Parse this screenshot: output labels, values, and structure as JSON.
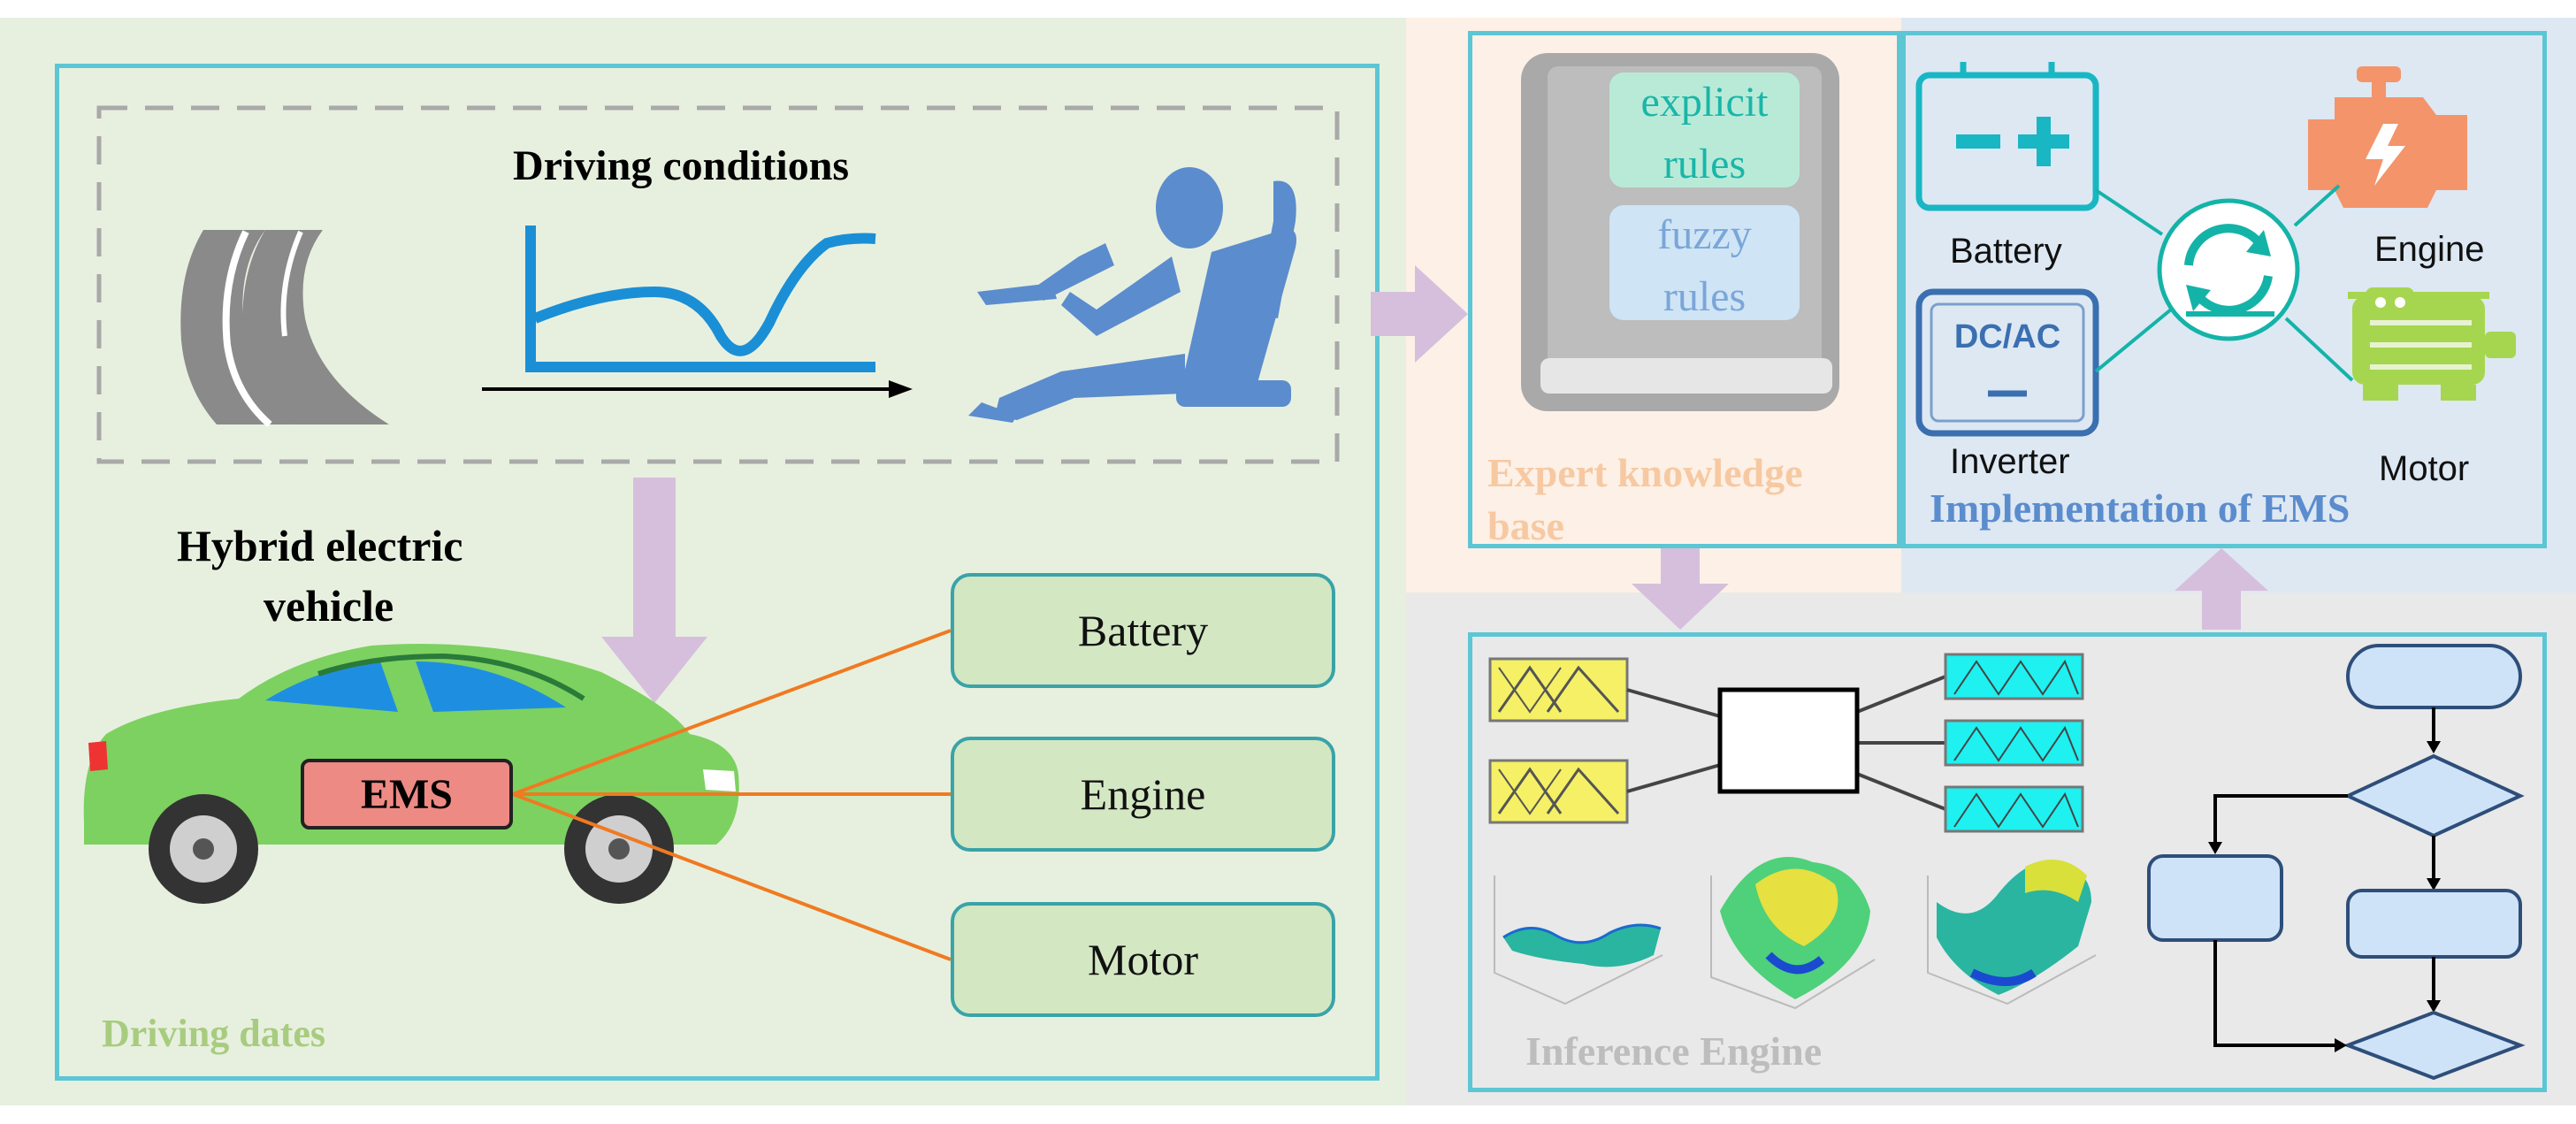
{
  "left_panel": {
    "driving_conditions_title": "Driving conditions",
    "vehicle_title_line1": "Hybrid electric",
    "vehicle_title_line2": "vehicle",
    "ems_label": "EMS",
    "components": [
      "Battery",
      "Engine",
      "Motor"
    ],
    "footer_label": "Driving dates"
  },
  "expert_panel": {
    "rule1_line1": "explicit",
    "rule1_line2": "rules",
    "rule2_line1": "fuzzy",
    "rule2_line2": "rules",
    "footer_line1": "Expert knowledge",
    "footer_line2": "base"
  },
  "ems_panel": {
    "battery_label": "Battery",
    "inverter_label": "Inverter",
    "inverter_icon_text": "DC/AC",
    "engine_label": "Engine",
    "motor_label": "Motor",
    "footer_label": "Implementation of EMS"
  },
  "inference_panel": {
    "footer_label": "Inference Engine"
  },
  "colors": {
    "frame": "#5cc6d4",
    "left_bg": "#e7f0df",
    "expert_bg": "#fdf0e6",
    "ems_bg": "#dde8f3",
    "inference_bg": "#e9e9e9",
    "arrow": "#d6bfdc",
    "ems_box": "#ee8a84",
    "car_body": "#7dd160",
    "driver": "#5b8ccd",
    "engine_icon": "#f4946a",
    "motor_icon": "#a6d650",
    "teal": "#14b3a8"
  }
}
